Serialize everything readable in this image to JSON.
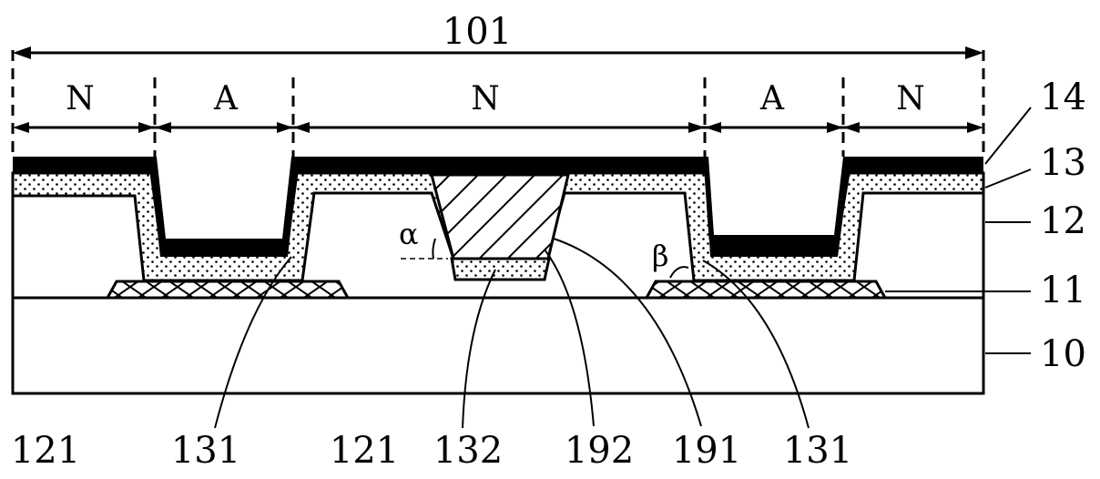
{
  "figure": {
    "total_width_label": "101",
    "regions": [
      "N",
      "A",
      "N",
      "A",
      "N"
    ],
    "right_layer_labels": [
      "14",
      "13",
      "12",
      "11",
      "10"
    ],
    "bottom_labels": [
      "121",
      "131",
      "121",
      "132",
      "192",
      "191",
      "131"
    ],
    "angles": {
      "alpha": "α",
      "beta": "β"
    }
  }
}
